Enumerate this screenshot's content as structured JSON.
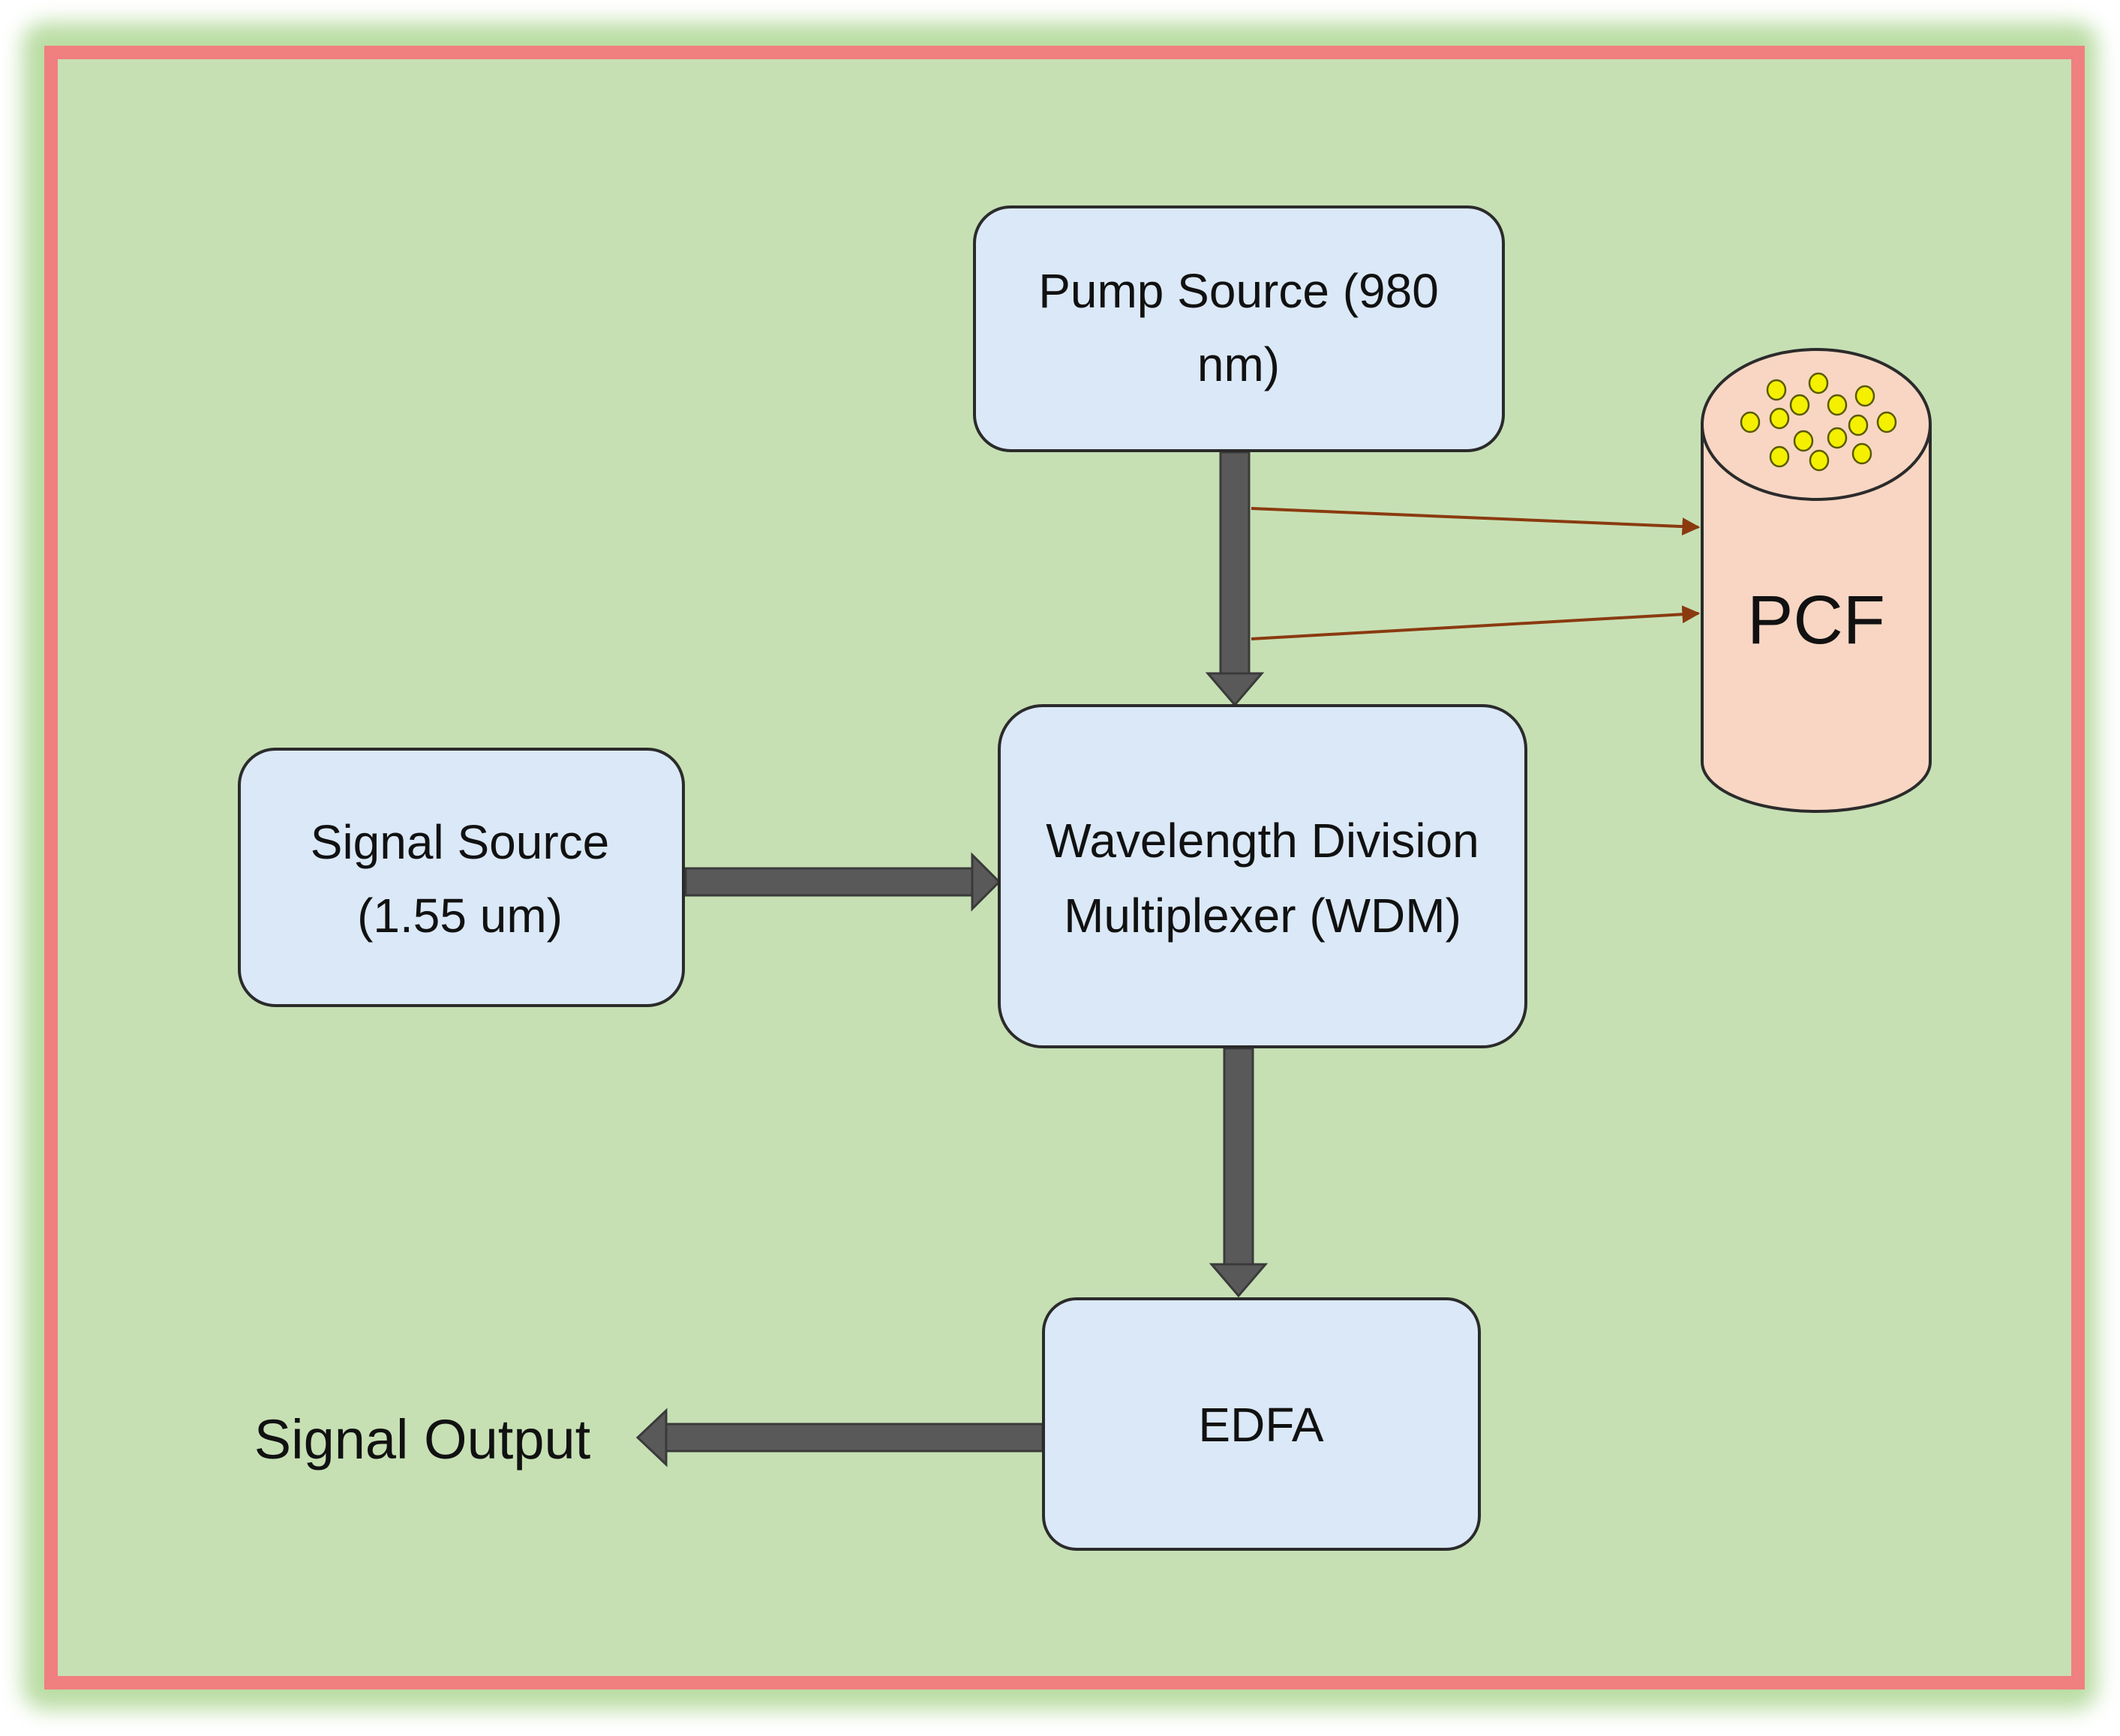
{
  "blocks": {
    "pump": {
      "line1": "Pump Source (980",
      "line2": "nm)"
    },
    "signal_source": {
      "line1": "Signal Source",
      "line2": "(1.55 um)"
    },
    "wdm": {
      "line1": "Wavelength Division",
      "line2": "Multiplexer (WDM)"
    },
    "edfa": {
      "label": "EDFA"
    },
    "pcf": {
      "label": "PCF",
      "hole_count": 14
    }
  },
  "output": {
    "label": "Signal Output"
  },
  "colors": {
    "background": "#c6e0b4",
    "border": "#f07f7f",
    "outer_glow": "#a8d48c",
    "box_fill": "#dae8f7",
    "box_stroke": "#2b2b2b",
    "arrow": "#595959",
    "thin_arrow": "#8b3a10",
    "pcf_fill": "#f8d6c3",
    "pcf_hole": "#f4f000",
    "text": "#111111"
  }
}
